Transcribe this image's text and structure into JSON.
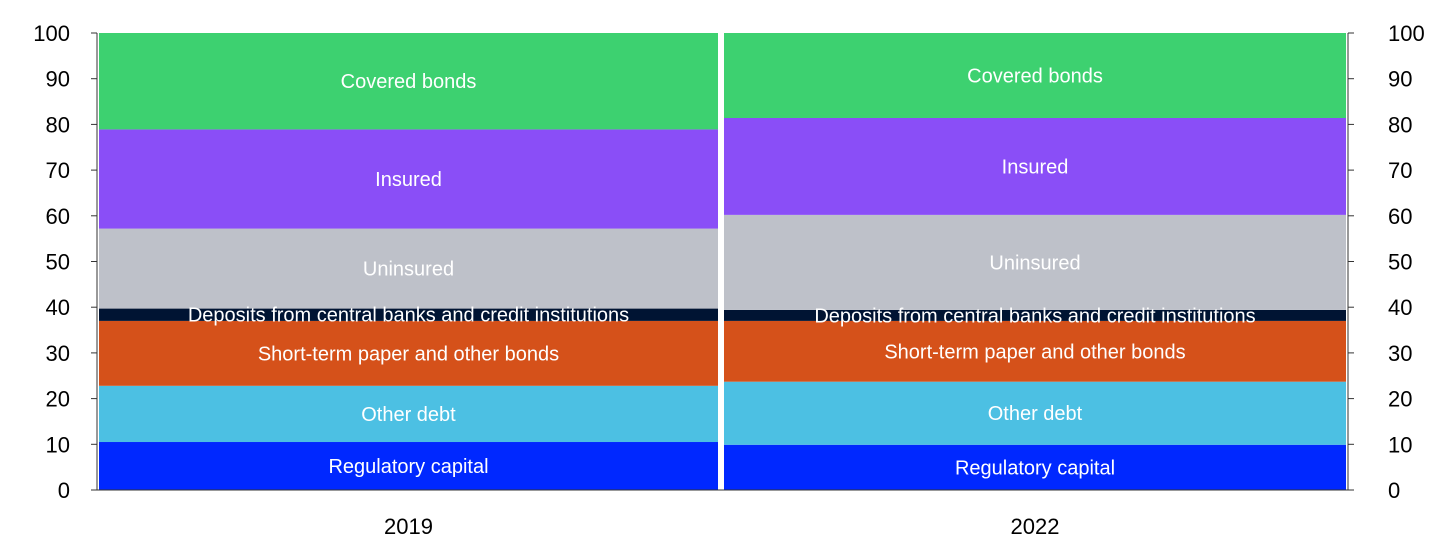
{
  "chart_data": {
    "type": "bar",
    "stacked": true,
    "title": "",
    "xlabel": "",
    "ylabel": "",
    "ylim": [
      0,
      100
    ],
    "yticks": [
      "0",
      "10",
      "20",
      "30",
      "40",
      "50",
      "60",
      "70",
      "80",
      "90",
      "100"
    ],
    "categories": [
      "2019",
      "2022"
    ],
    "series": [
      {
        "name": "Regulatory capital",
        "color": "#0028ff",
        "values": [
          10.5,
          9.9
        ]
      },
      {
        "name": "Other debt",
        "color": "#4cc0e3",
        "values": [
          12.3,
          13.8
        ]
      },
      {
        "name": "Short-term paper and other bonds",
        "color": "#d5511a",
        "values": [
          14.2,
          13.3
        ]
      },
      {
        "name": "Deposits from central banks and credit institutions",
        "color": "#001433",
        "values": [
          2.7,
          2.4
        ]
      },
      {
        "name": "Uninsured",
        "color": "#bec1c9",
        "values": [
          17.5,
          20.8
        ]
      },
      {
        "name": "Insured",
        "color": "#8a4ef7",
        "values": [
          21.7,
          21.2
        ]
      },
      {
        "name": "Covered bonds",
        "color": "#3dd170",
        "values": [
          21.1,
          18.6
        ]
      }
    ]
  }
}
